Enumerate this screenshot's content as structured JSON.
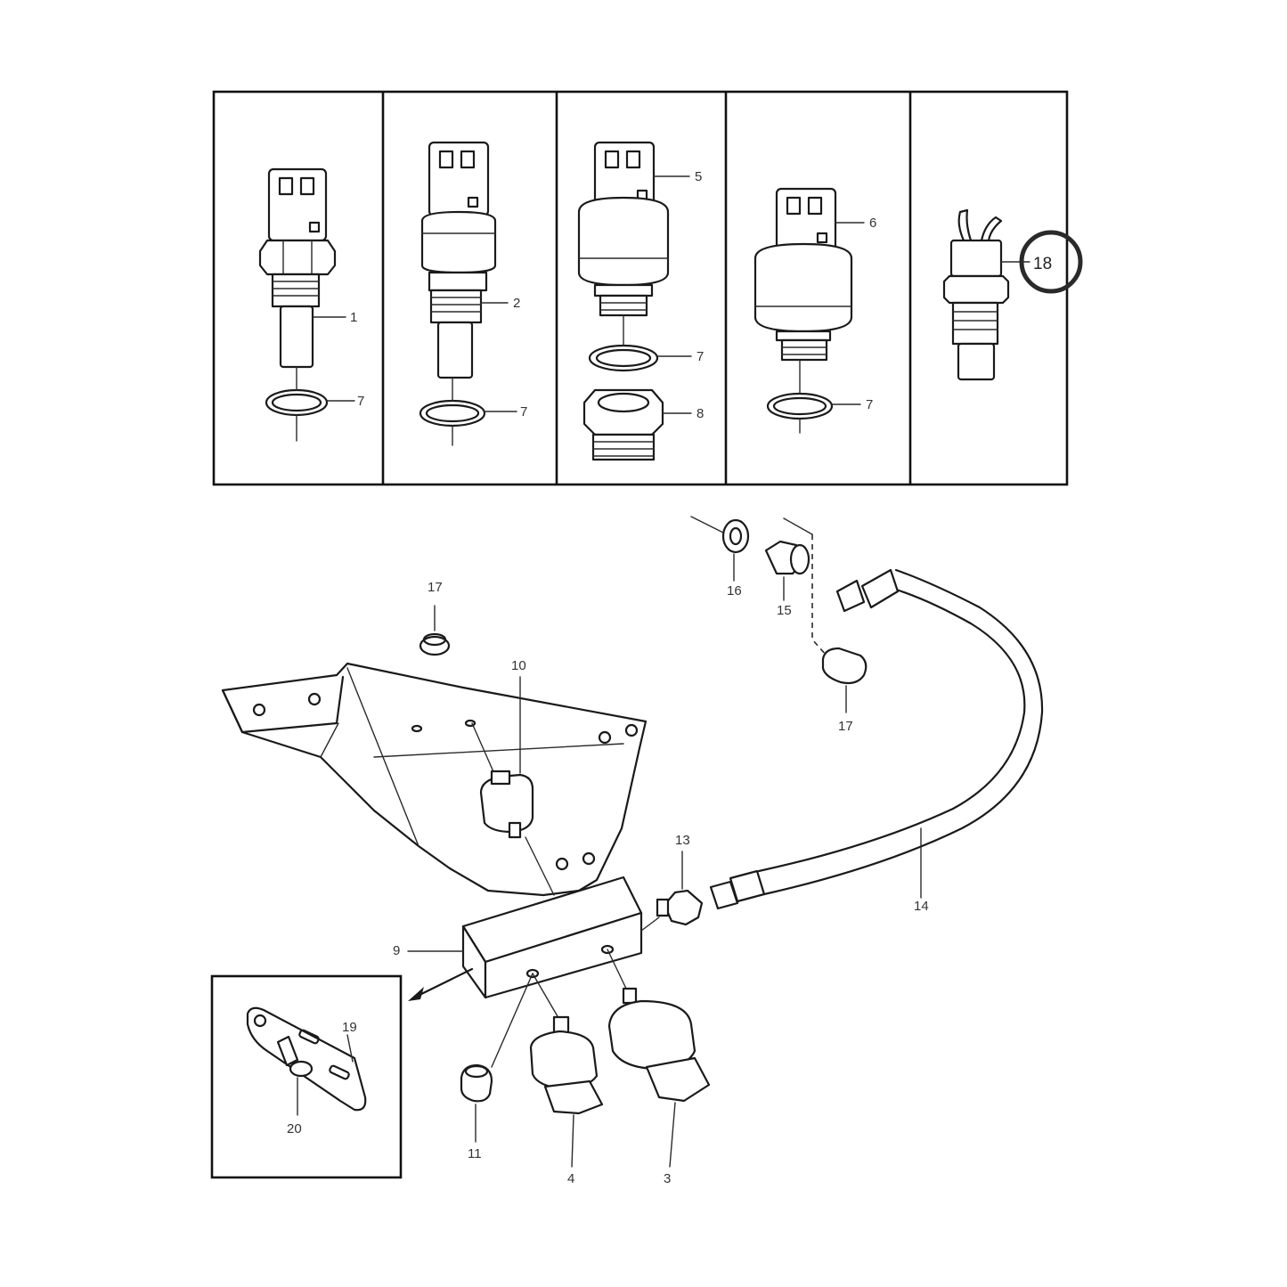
{
  "callouts": {
    "p1": "1",
    "p2": "2",
    "p3": "3",
    "p4": "4",
    "p5": "5",
    "p6": "6",
    "p7": "7",
    "p8": "8",
    "p9": "9",
    "p10": "10",
    "p11": "11",
    "p13": "13",
    "p14": "14",
    "p15": "15",
    "p16": "16",
    "p17": "17",
    "p18": "18",
    "p19": "19",
    "p20": "20"
  },
  "highlight": {
    "item": "18",
    "color": "#2a2a2a"
  }
}
